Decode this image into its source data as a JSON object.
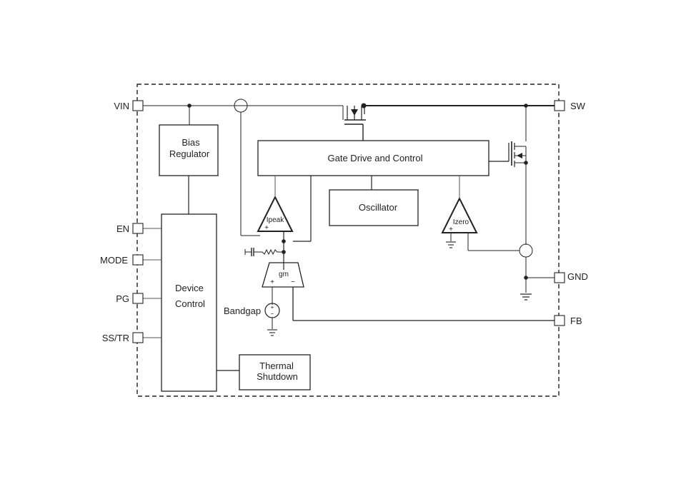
{
  "pins": {
    "vin": "VIN",
    "en": "EN",
    "mode": "MODE",
    "pg": "PG",
    "ss_tr": "SS/TR",
    "sw": "SW",
    "gnd": "GND",
    "fb": "FB"
  },
  "blocks": {
    "bias_regulator_line1": "Bias",
    "bias_regulator_line2": "Regulator",
    "gate_drive": "Gate Drive and Control",
    "oscillator": "Oscillator",
    "device_control_line1": "Device",
    "device_control_line2": "Control",
    "thermal_shutdown_line1": "Thermal",
    "thermal_shutdown_line2": "Shutdown"
  },
  "comparators": {
    "ipeak": "Ipeak",
    "izero": "Izero",
    "gm": "gm",
    "plus": "+",
    "minus": "−"
  },
  "sources": {
    "bandgap": "Bandgap"
  },
  "colors": {
    "line": "#222222",
    "thin_line": "#555555",
    "background": "#ffffff"
  }
}
